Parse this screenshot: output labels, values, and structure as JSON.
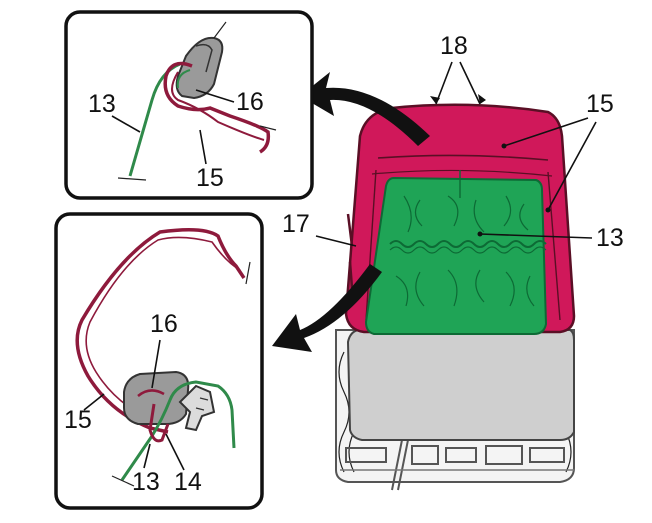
{
  "labels": {
    "top_18": "18",
    "top_15": "15",
    "mid_13": "13",
    "mid_17": "17",
    "inset1_13": "13",
    "inset1_16": "16",
    "inset1_15": "15",
    "inset2_16": "16",
    "inset2_15": "15",
    "inset2_13": "13",
    "inset2_14": "14"
  },
  "colors": {
    "cover": "#d0185a",
    "cover_dark": "#8e1a3c",
    "pad": "#1fa456",
    "pad_dark": "#0d6a35",
    "cushion": "#cfcfcf",
    "frame": "#6e6e6e",
    "clip": "#9a9a9a"
  }
}
